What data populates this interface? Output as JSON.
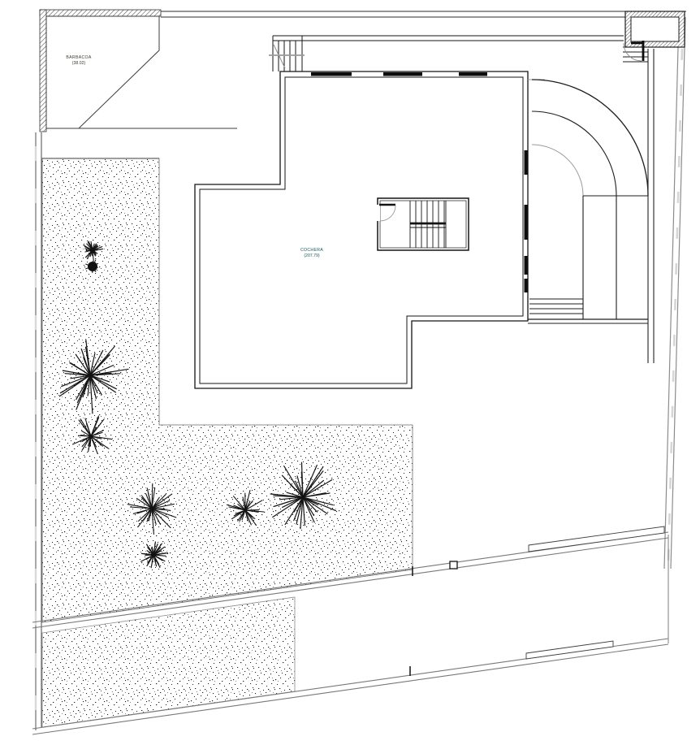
{
  "drawing": {
    "rooms": [
      {
        "name": "BARBACOA",
        "area": "(38.02)"
      },
      {
        "name": "COCHERA",
        "area": "(207.79)"
      }
    ],
    "colors": {
      "wall_line": "#141414",
      "boundary_gray": "#8c8c8c",
      "room_label_cochera": "#155561",
      "room_label_barbacoa": "#3f3b2e",
      "stipple_dot": "#1c1c1c"
    }
  }
}
